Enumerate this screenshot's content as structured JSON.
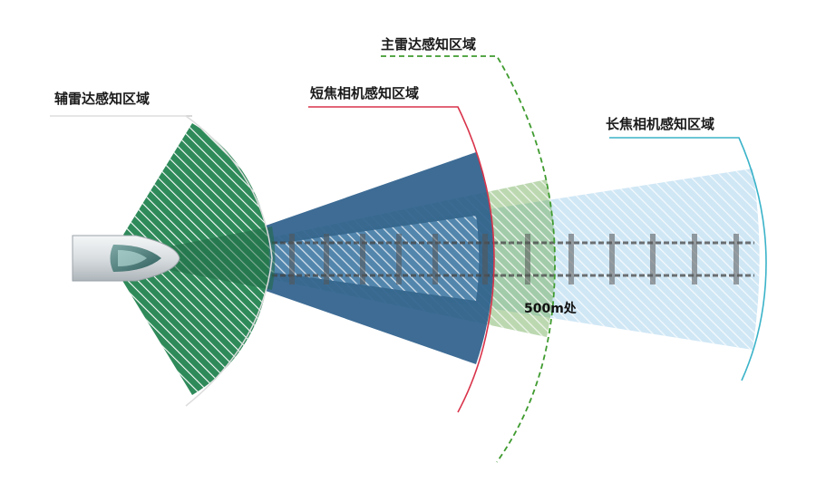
{
  "labels": {
    "aux_radar": "辅雷达感知区域",
    "short_cam": "短焦相机感知区域",
    "main_radar": "主雷达感知区域",
    "long_cam": "长焦相机感知区域",
    "distance": "500m处"
  },
  "colors": {
    "aux_radar": "#2f8a5a",
    "short_cam": "#2e5f8c",
    "main_radar": "#6aa84f",
    "long_cam": "#a9d4ec",
    "short_cam_line": "#d9334a",
    "long_cam_line": "#3bb3c9"
  }
}
